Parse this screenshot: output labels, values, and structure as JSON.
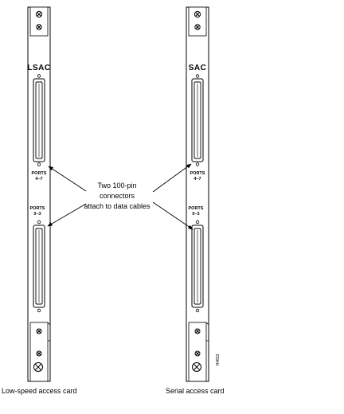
{
  "left_card": {
    "name": "LSAC",
    "upper_ports": {
      "line1": "PORTS",
      "line2": "4–7"
    },
    "lower_ports": {
      "line1": "PORTS",
      "line2": "0–3"
    },
    "caption": "Low-speed access card"
  },
  "right_card": {
    "name": "SAC",
    "upper_ports": {
      "line1": "PORTS",
      "line2": "4–7"
    },
    "lower_ports": {
      "line1": "PORTS",
      "line2": "0–3"
    },
    "caption": "Serial access card"
  },
  "callout": {
    "line1": "Two 100-pin",
    "line2": "connectors",
    "line3": "attach to data cables"
  },
  "figure_id": "H4833",
  "colors": {
    "ink": "#000000",
    "card_fill": "#ffffff"
  }
}
